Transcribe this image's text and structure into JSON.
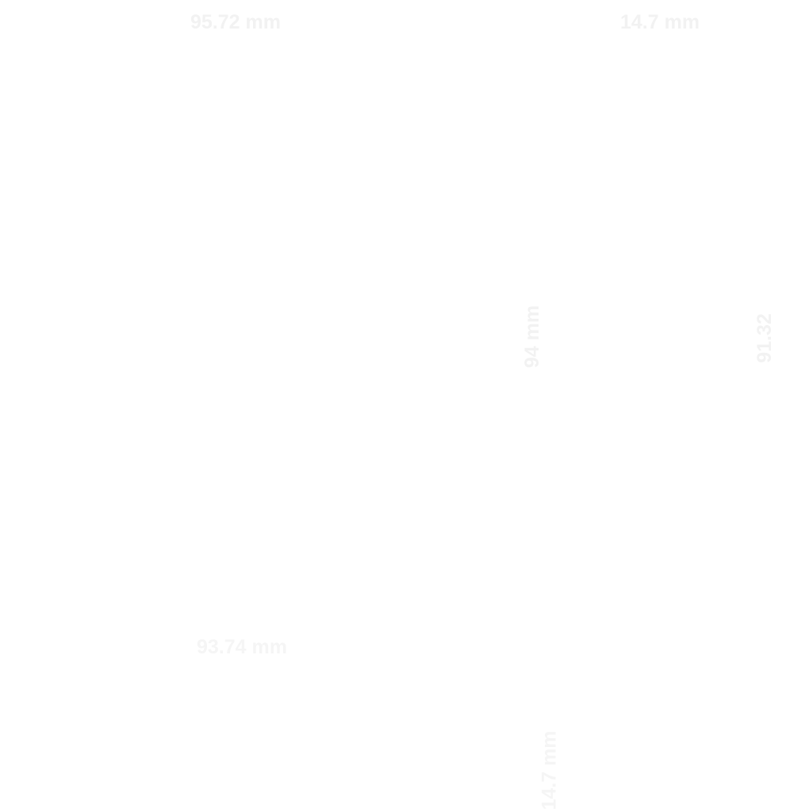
{
  "dimensions": {
    "top_left": "95.72 mm",
    "top_right": "14.7 mm",
    "middle_vertical": "94 mm",
    "right_edge_vertical": "91.32",
    "bottom_left": "93.74 mm",
    "bottom_vertical": "14.7 mm"
  },
  "colors": {
    "background": "#ffffff",
    "label": "#f2f2f2"
  }
}
